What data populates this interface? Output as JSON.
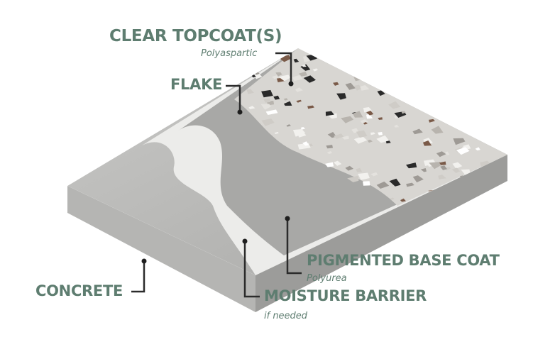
{
  "colors": {
    "label": "#5e7d70",
    "leader": "#2b2b2b",
    "concrete": "#b9b9b7",
    "base_coat": "#a8a8a6",
    "moisture_barrier": "#ececea"
  },
  "labels": {
    "clear_topcoat": {
      "title": "CLEAR TOPCOAT(S)",
      "subtitle": "Polyaspartic"
    },
    "flake": {
      "title": "FLAKE"
    },
    "pigmented_base_coat": {
      "title": "PIGMENTED BASE COAT",
      "subtitle": "Polyurea"
    },
    "moisture_barrier": {
      "title": "MOISTURE BARRIER",
      "subtitle": "if needed"
    },
    "concrete": {
      "title": "CONCRETE"
    }
  }
}
